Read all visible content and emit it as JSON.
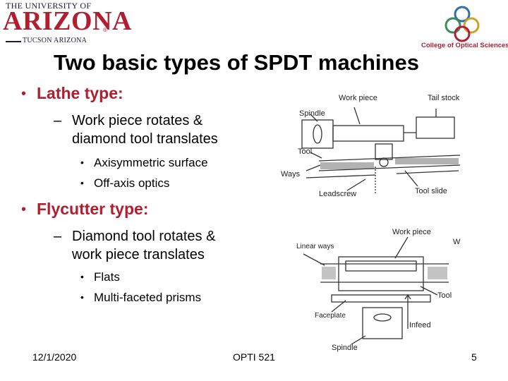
{
  "logos": {
    "university_top": "THE UNIVERSITY OF",
    "university_name": "ARIZONA",
    "university_reg": "®",
    "university_city": "TUCSON ARIZONA",
    "college": "College of Optical Sciences"
  },
  "slide": {
    "title": "Two basic types of SPDT machines",
    "sections": [
      {
        "heading": "Lathe type:",
        "description": [
          "Work piece rotates &",
          "diamond tool translates"
        ],
        "items": [
          "Axisymmetric surface",
          "Off-axis optics"
        ]
      },
      {
        "heading": "Flycutter type:",
        "description": [
          "Diamond tool rotates &",
          "work piece translates"
        ],
        "items": [
          "Flats",
          "Multi-faceted prisms"
        ]
      }
    ]
  },
  "diagrams": {
    "lathe": {
      "labels": [
        "Work piece",
        "Tail stock",
        "Spindle",
        "Tool",
        "Ways",
        "Leadscrew",
        "Tool slide"
      ]
    },
    "flycutter": {
      "labels": [
        "Work piece",
        "W",
        "Linear ways",
        "Tool",
        "Faceplate",
        "Infeed",
        "Spindle"
      ]
    }
  },
  "footer": {
    "date": "12/1/2020",
    "course": "OPTI 521",
    "page": "5"
  },
  "colors": {
    "accent": "#b01e2f",
    "text": "#000000"
  }
}
